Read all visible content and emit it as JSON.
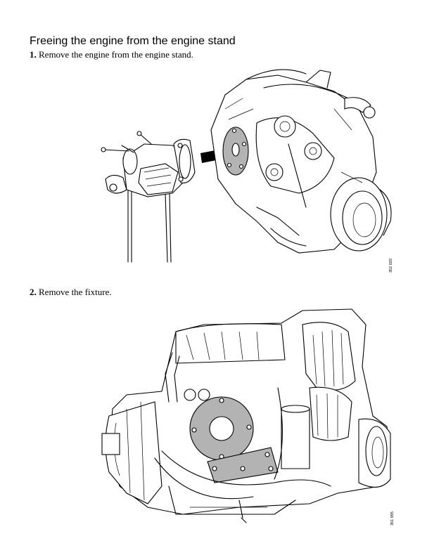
{
  "heading": "Freeing the engine from the engine stand",
  "steps": [
    {
      "number": "1.",
      "text": "Remove the engine from the engine stand."
    },
    {
      "number": "2.",
      "text": "Remove the fixture."
    }
  ],
  "figures": [
    {
      "id": "352 020"
    },
    {
      "id": "351 995"
    }
  ]
}
